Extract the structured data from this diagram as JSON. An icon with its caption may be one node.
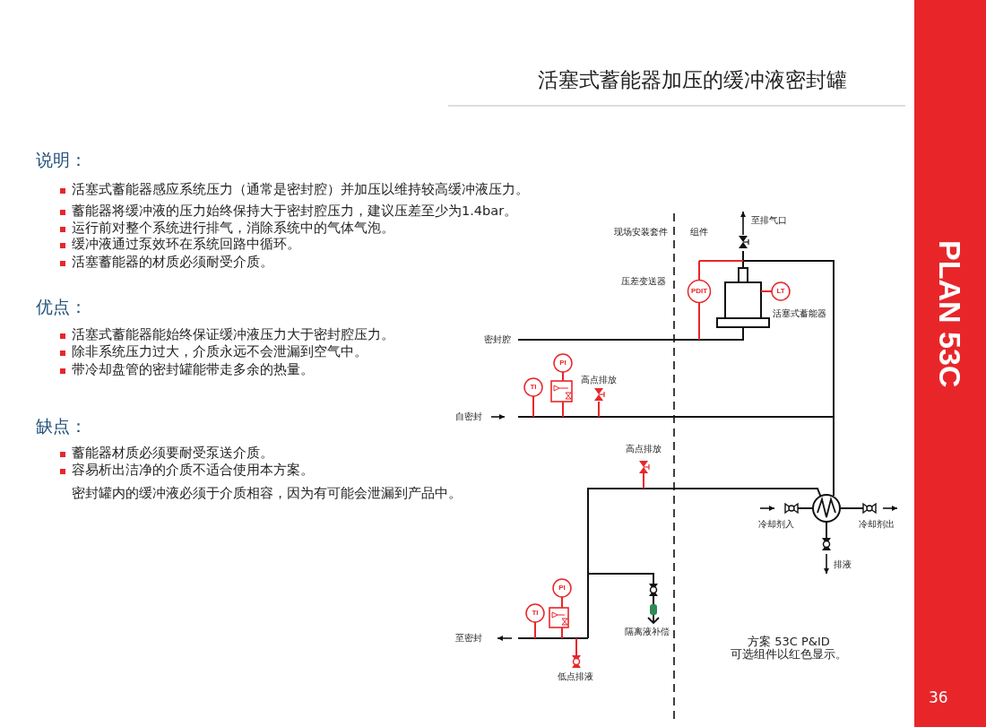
{
  "diagram": {
    "title": "活塞式蓄能器加压的缓冲液密封罐",
    "labels": [
      "说明：",
      "活塞式蓄能器感应系统压力（通常是密封腔）并加压以维持较高缓冲液压力。",
      "蓄能器将缓冲液的压力始终保持大于密封腔压力，建议压差至少为1.4bar。",
      "运行前对整个系统进行排气，消除系统中的气体气泡。",
      "缓冲液通过泵效环在系统回路中循环。",
      "活塞蓄能器的材质必须耐受介质。",
      "优点：",
      "活塞式蓄能器能始终保证缓冲液压力大于密封腔压力。",
      "除非系统压力过大，介质永远不会泄漏到空气中。",
      "带冷却盘管的密封罐能带走多余的热量。",
      "缺点：",
      "蓄能器材质必须要耐受泵送介质。",
      "容易析出洁净的介质不适合使用本方案。",
      "密封罐内的缓冲液必须于介质相容，因为有可能会泄漏到产品中。",
      "现场安装套件",
      "组件",
      "至排气口",
      "压差变送器",
      "PDIT",
      "LT",
      "活塞式蓄能器",
      "密封腔",
      "PI",
      "TI",
      "高点排放",
      "自密封",
      "高点排放",
      "冷却剂入",
      "冷却剂出",
      "排液",
      "PI",
      "TI",
      "隔离液补偿",
      "至密封",
      "低点排液",
      "方案 53C P&ID",
      "可选组件以红色显示。",
      "PLAN 53C",
      "36"
    ]
  }
}
